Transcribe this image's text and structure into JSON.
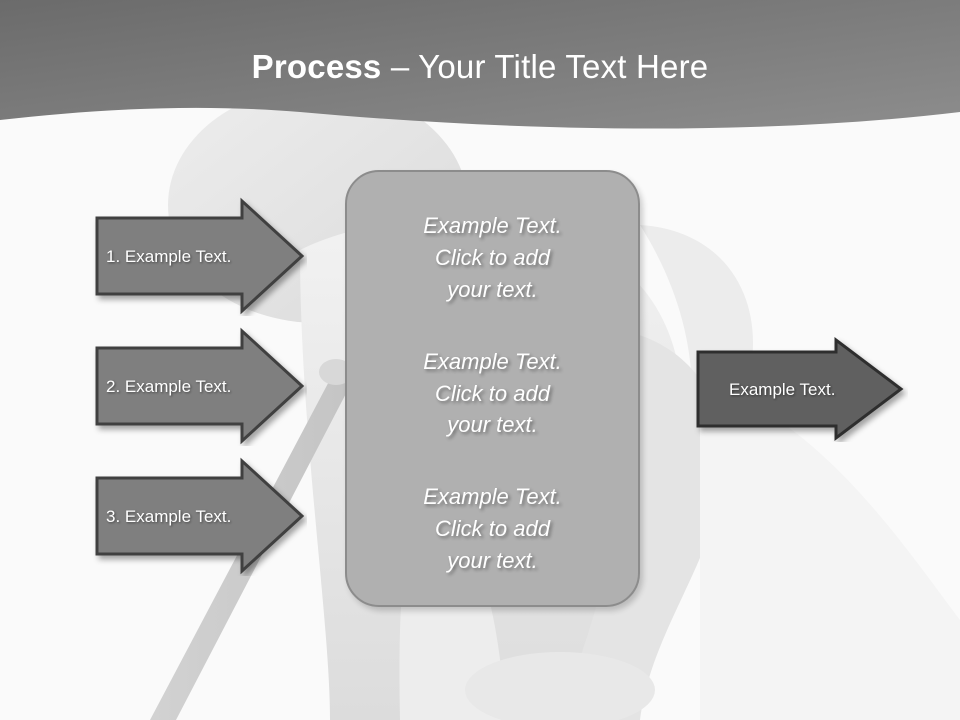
{
  "slide": {
    "title_strong": "Process",
    "title_rest": " – Your Title Text Here",
    "title_full": "Process – Your Title Text Here"
  },
  "colors": {
    "header_gradient_start": "#6e6e6e",
    "header_gradient_end": "#8a8a8a",
    "slide_background": "#fafafa",
    "background_figure": "#e6e6e6",
    "left_arrow_fill": "#7f7f7f",
    "left_arrow_border": "#404040",
    "right_arrow_fill": "#606060",
    "right_arrow_border": "#2e2e2e",
    "center_box_fill": "#b0b0b0",
    "center_box_border": "#8c8c8c",
    "text_white": "#ffffff"
  },
  "left_arrows": [
    {
      "label": "1. Example Text."
    },
    {
      "label": "2. Example Text."
    },
    {
      "label": "3. Example Text."
    }
  ],
  "center_box": {
    "paragraphs": [
      "Example Text.\nClick  to add\nyour text.",
      "Example Text.\nClick  to add\nyour text.",
      "Example Text.\nClick  to add\nyour text."
    ]
  },
  "right_arrow": {
    "label": "Example Text."
  }
}
